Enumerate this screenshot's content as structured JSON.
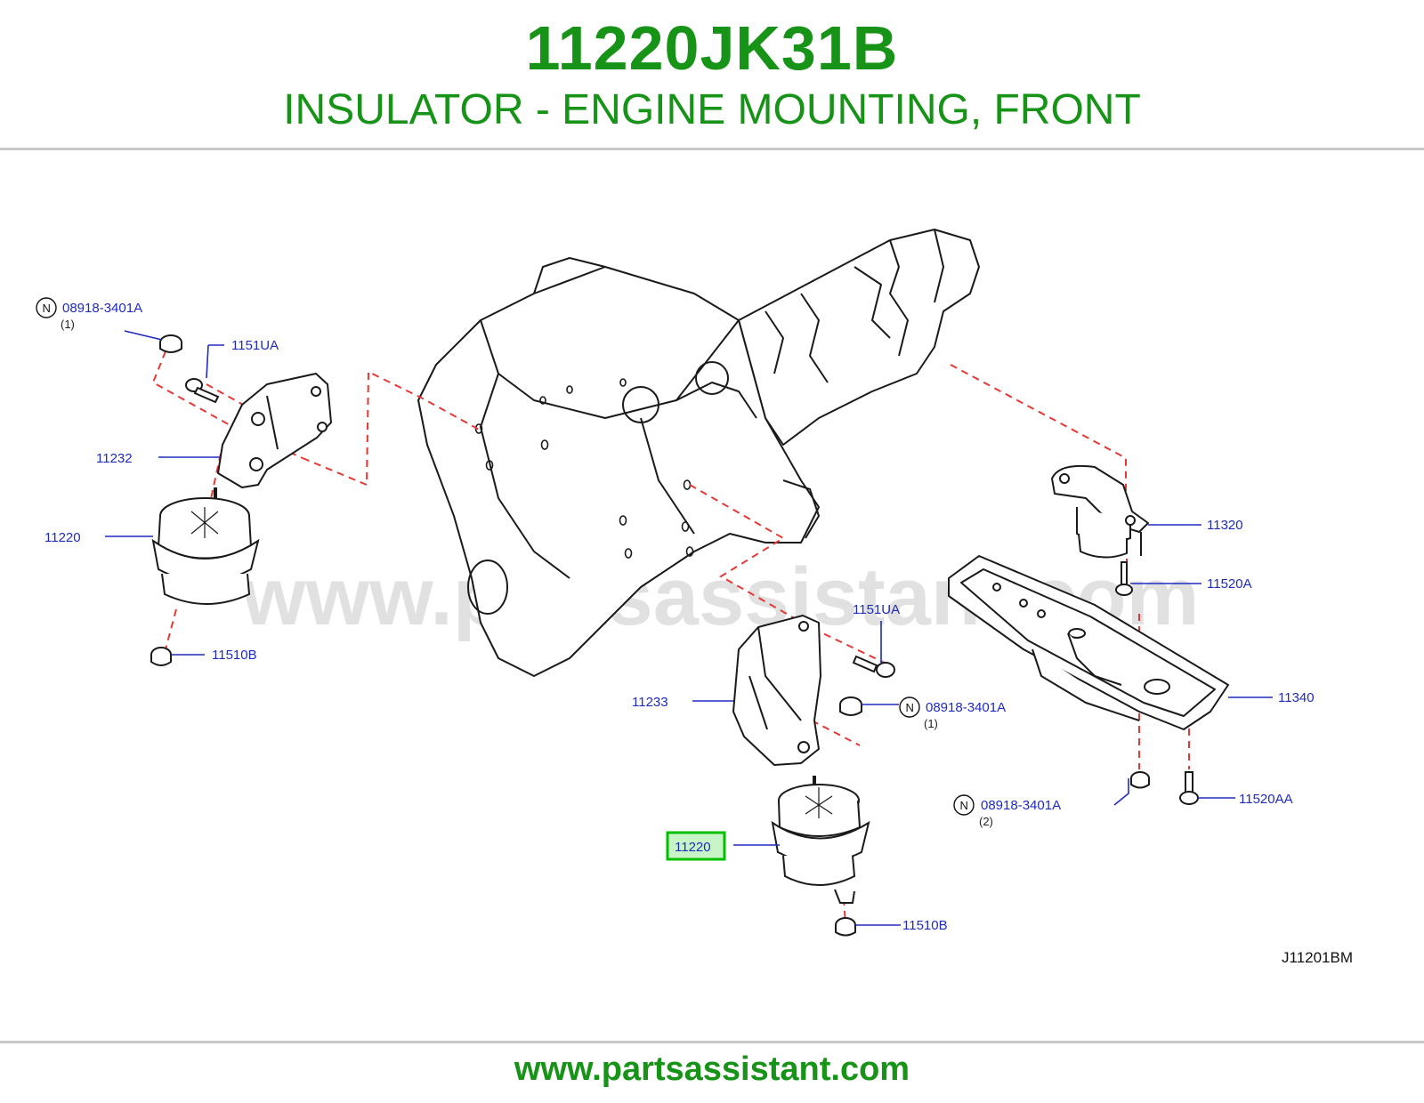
{
  "header": {
    "part_number": "11220JK31B",
    "part_name": "INSULATOR - ENGINE MOUNTING, FRONT"
  },
  "diagram": {
    "watermark": "www.partsassistant.com",
    "diagram_id": "J11201BM",
    "callouts": {
      "nut_upper_left": "08918-3401A",
      "nut_upper_left_qty": "(1)",
      "bolt_upper_left": "1151UA",
      "bracket_left": "11232",
      "insulator_left": "11220",
      "nut_lower_left": "11510B",
      "bolt_center": "1151UA",
      "nut_center": "08918-3401A",
      "nut_center_qty": "(1)",
      "bracket_right": "11233",
      "insulator_selected": "11220",
      "nut_bottom": "11510B",
      "rear_mount": "11320",
      "rear_mount_bolt": "11520A",
      "crossmember": "11340",
      "nut_right": "08918-3401A",
      "nut_right_qty": "(2)",
      "bolt_right": "11520AA"
    },
    "n_symbol": "N",
    "colors": {
      "callout": "#1f2bbd",
      "dashed": "#e53935",
      "highlight": "#00c000"
    }
  },
  "footer": {
    "url": "www.partsassistant.com"
  }
}
